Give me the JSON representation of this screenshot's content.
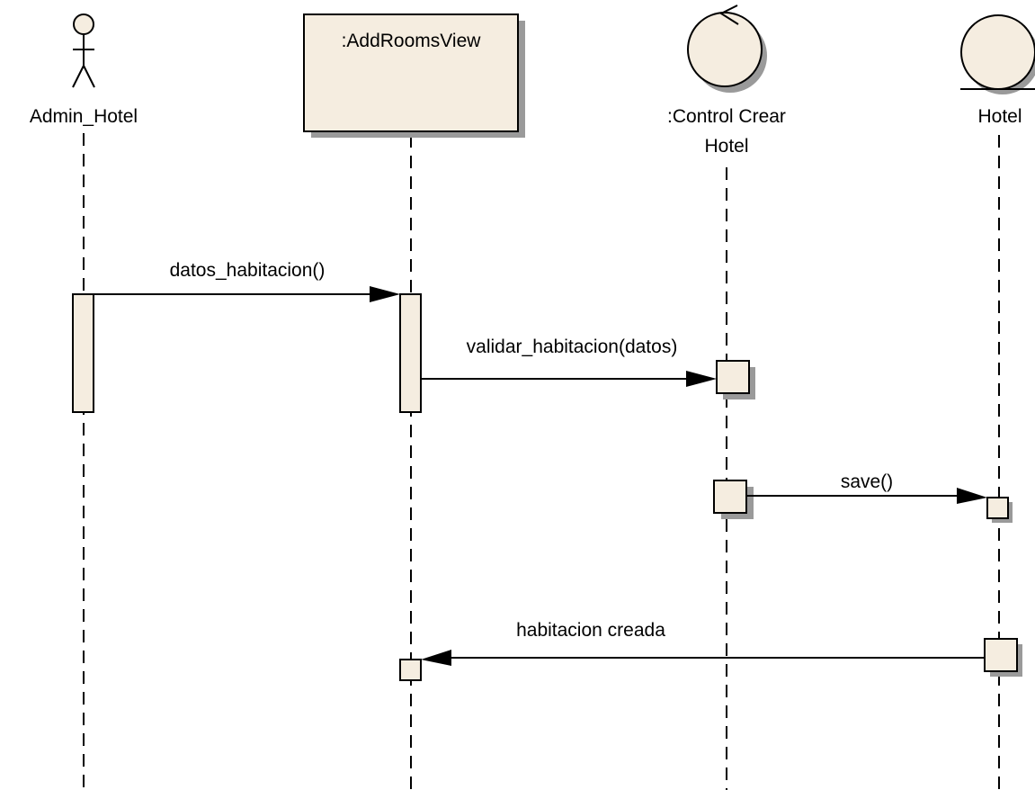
{
  "diagram_type": "UML sequence diagram",
  "colors": {
    "element_fill": "#f5ede0",
    "shadow": "#9a9a9a",
    "line": "#000000",
    "background": "#ffffff"
  },
  "participants": [
    {
      "id": "admin",
      "kind": "actor",
      "label": "Admin_Hotel"
    },
    {
      "id": "view",
      "kind": "boundary-class-box",
      "label": ":AddRoomsView"
    },
    {
      "id": "control",
      "kind": "control",
      "label_line1": ":Control Crear",
      "label_line2": "Hotel"
    },
    {
      "id": "hotel",
      "kind": "entity",
      "label": "Hotel"
    }
  ],
  "messages": [
    {
      "from": "Admin_Hotel",
      "to": ":AddRoomsView",
      "label": "datos_habitacion()"
    },
    {
      "from": ":AddRoomsView",
      "to": ":Control Crear Hotel",
      "label": "validar_habitacion(datos)"
    },
    {
      "from": ":Control Crear Hotel",
      "to": "Hotel",
      "label": "save()"
    },
    {
      "from": "Hotel",
      "to": ":AddRoomsView",
      "label": "habitacion creada"
    }
  ]
}
